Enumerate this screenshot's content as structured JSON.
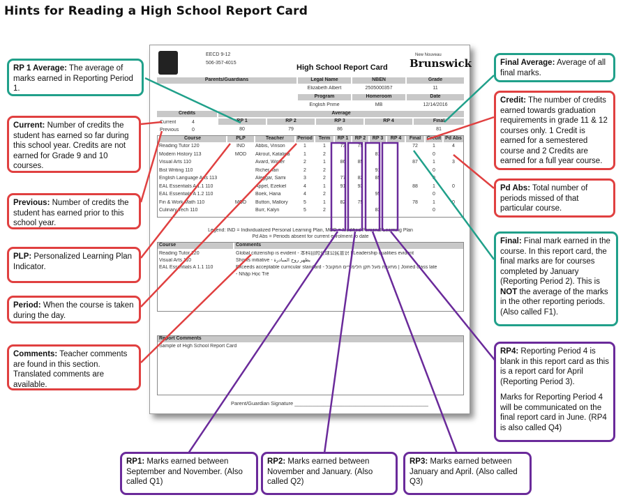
{
  "title": "Hints for Reading a High School Report Card",
  "card": {
    "org_code": "EECD 9-12",
    "phone": "506-357-4015",
    "heading": "High School Report Card",
    "logo_top": "New Nouveau",
    "logo": "Brunswick",
    "parents_label": "Parents/Guardians",
    "legal_name_label": "Legal Name",
    "nben_label": "NBEN",
    "grade_label": "Grade",
    "legal_name": "Elizabeth Albert",
    "nben": "2505000357",
    "grade": "11",
    "program_label": "Program",
    "homeroom_label": "Homeroom",
    "date_label": "Date",
    "program": "English Prime",
    "homeroom": "MB",
    "date": "12/14/2016",
    "credits_label": "Credits",
    "average_label": "Average",
    "avg_cols": [
      "RP 1",
      "RP 2",
      "RP 3",
      "RP 4",
      "Final"
    ],
    "current_label": "Current",
    "current_credits": "4",
    "current_avgs": [
      "80",
      "79",
      "86",
      "",
      "81"
    ],
    "previous_label": "Previous",
    "previous_credits": "0",
    "course_cols": [
      "Course",
      "PLP",
      "Teacher",
      "Period",
      "Term",
      "RP 1",
      "RP 2",
      "RP 3",
      "RP 4",
      "Final",
      "Credit",
      "Pd Abs"
    ],
    "courses": [
      [
        "Reading Tutor 120",
        "IND",
        "Abbis, Vinson",
        "1",
        "1",
        "73",
        "75",
        "",
        "",
        "72",
        "1",
        "4"
      ],
      [
        "Modern History 113",
        "MOD",
        "Akrout, Katalina",
        "1",
        "2",
        "",
        "",
        "81",
        "",
        "",
        "0",
        ""
      ],
      [
        "Visual Arts 110",
        "",
        "Avard, Winter",
        "2",
        "1",
        "86",
        "85",
        "",
        "",
        "87",
        "1",
        "3"
      ],
      [
        "Bist Writing 110",
        "",
        "Richer, Ian",
        "2",
        "2",
        "",
        "",
        "91",
        "",
        "",
        "0",
        ""
      ],
      [
        "English Language Arts 113",
        "",
        "Aleggar, Sami",
        "3",
        "2",
        "77",
        "82",
        "85",
        "",
        "",
        "0",
        ""
      ],
      [
        "EAL Essentials A 1.1 110",
        "",
        "Appel, Ezekiel",
        "4",
        "1",
        "91",
        "93",
        "",
        "",
        "88",
        "1",
        "0"
      ],
      [
        "EAL Essentials A 1.2 110",
        "",
        "Boek, Hana",
        "4",
        "2",
        "",
        "",
        "95",
        "",
        "",
        "0",
        ""
      ],
      [
        "Fin & Work Math 110",
        "MOD",
        "Button, Mallory",
        "5",
        "1",
        "82",
        "75",
        "",
        "",
        "78",
        "1",
        "0"
      ],
      [
        "Culinary Tech 110",
        "",
        "Burr, Kalyn",
        "5",
        "2",
        "",
        "",
        "83",
        "",
        "",
        "0",
        ""
      ]
    ],
    "legend1": "Legend: IND = Individualized Personal Learning Plan, MOD = Modified Personal Learning Plan",
    "legend2": "Pd Abs = Periods absent for current enrolment to date",
    "comments_cols": [
      "Course",
      "Comments"
    ],
    "comments": [
      [
        "Reading Tutor 120",
        "Global citizenship is evident - 本科目的全球公民意识 | Leadership qualities evident"
      ],
      [
        "Visual Arts 110",
        "Shows initiative - يظهر روح المبادرة"
      ],
      [
        "EAL Essentials A 1.1 110",
        "Exceeds acceptable curricular standard - מתעלה מעל תקן הלימודים המקובל | Joined class late"
      ],
      [
        "",
        "- Nhập Học Trễ"
      ]
    ],
    "report_comments_label": "Report Comments",
    "report_comments": "Sample of High School Report Card",
    "signature": "Parent/Guardian Signature ______________________________________________"
  },
  "callouts": {
    "rp1avg": {
      "term": "RP 1 Average:",
      "text": " The average of marks earned in Reporting Period 1."
    },
    "current": {
      "term": "Current:",
      "text": " Number of credits the student has earned so far during this school year. Credits are not earned for Grade 9 and 10 courses."
    },
    "previous": {
      "term": "Previous:",
      "text": " Number of credits the student has earned prior to this school year."
    },
    "plp": {
      "term": "PLP:",
      "text": "  Personalized Learning Plan Indicator."
    },
    "period": {
      "term": "Period:",
      "text": "  When the course is taken during the day."
    },
    "comments": {
      "term": "Comments:",
      "text": "  Teacher comments are found in this section.  Translated comments are available."
    },
    "finalavg": {
      "term": "Final Average:",
      "text": "  Average of all final marks."
    },
    "credit": {
      "term": "Credit:",
      "text": " The number of credits earned towards graduation requirements in grade 11 & 12 courses only.  1 Credit is earned for a semestered course and 2 Credits are earned for a full year course."
    },
    "pdabs": {
      "term": "Pd Abs:",
      "text": " Total number of periods missed of that particular course."
    },
    "final": {
      "term": "Final:",
      "text1": "  Final mark earned in the course.  In this report card, the final marks are for courses completed by January (Reporting Period 2).  This is ",
      "not": "NOT",
      "text2": " the average of the marks in the other reporting periods.  (Also called F1)."
    },
    "rp4": {
      "term": "RP4:",
      "text1": "  Reporting Period 4 is blank in this report card as this is a report card for April (Reporting Period 3).",
      "text2": "Marks for Reporting Period 4 will be communicated on the final report card in June. (RP4 is also called Q4)"
    },
    "rp1": {
      "term": "RP1:",
      "text": " Marks earned between September and November. (Also called Q1)"
    },
    "rp2": {
      "term": "RP2:",
      "text": " Marks earned between November and January.  (Also called Q2)"
    },
    "rp3": {
      "term": "RP3:",
      "text": " Marks earned between January and April.  (Also called Q3)"
    }
  },
  "colors": {
    "red": "#e04040",
    "teal": "#20a08a",
    "purple": "#6a2a9a"
  }
}
